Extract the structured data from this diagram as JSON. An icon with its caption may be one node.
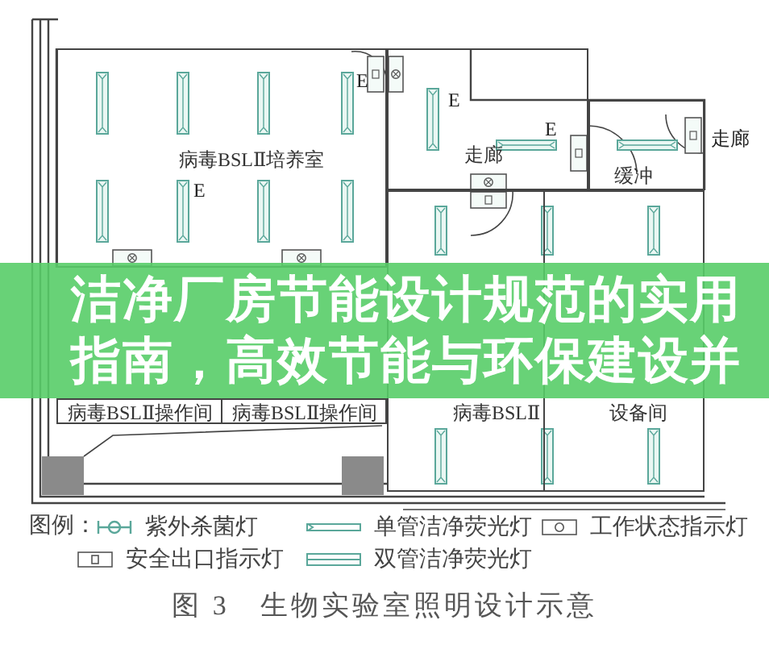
{
  "diagram": {
    "title": "洁净厂房节能设计规范的实用指南，高效节能与环保建设并",
    "caption": "图 3　生物实验室照明设计示意",
    "nodes": [
      {
        "text": [
          "病毒BSLⅡ培养室"
        ]
      },
      {
        "text": [
          "走廊"
        ]
      },
      {
        "text": [
          "缓冲"
        ]
      },
      {
        "text": [
          "病毒BSLⅡ操作间"
        ]
      },
      {
        "text": [
          "病毒BSLⅡ操作间"
        ]
      },
      {
        "text": [
          "病毒BSLⅡ"
        ]
      },
      {
        "text": [
          "设备间"
        ]
      }
    ],
    "labels": [
      "E",
      "E",
      "走廊",
      "E",
      "E",
      "图例："
    ],
    "legend": [
      {
        "text": "紫外杀菌灯"
      },
      {
        "text": "单管洁净荧光灯"
      },
      {
        "text": "工作状态指示灯"
      },
      {
        "text": "安全出口指示灯"
      },
      {
        "text": "双管洁净荧光灯"
      }
    ]
  }
}
